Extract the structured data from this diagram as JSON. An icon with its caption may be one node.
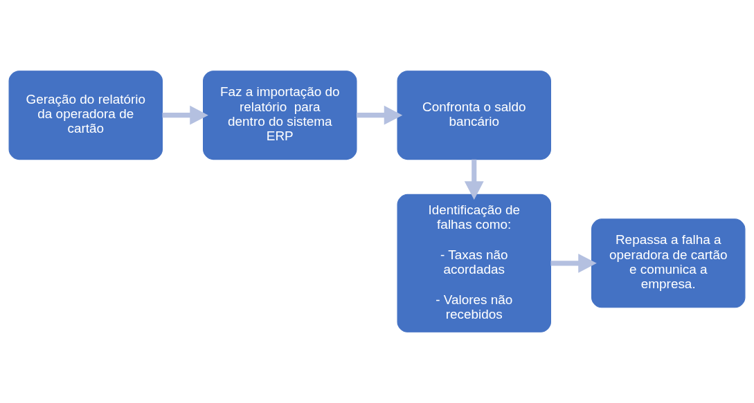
{
  "diagram": {
    "nodes": [
      {
        "text": [
          "Geração do relatório da operadora de cartão"
        ]
      },
      {
        "text": [
          "Faz a importação do relatório  para dentro do sistema ERP"
        ]
      },
      {
        "text": [
          "Confronta o saldo bancário"
        ]
      },
      {
        "text": [
          "Identificação de falhas como:",
          "- Taxas não acordadas",
          "- Valores não recebidos"
        ]
      },
      {
        "text": [
          "Repassa a falha a operadora de cartão e comunica a empresa."
        ]
      }
    ],
    "edges": [
      {
        "from": 0,
        "to": 1,
        "arrow": "to"
      },
      {
        "from": 1,
        "to": 2,
        "arrow": "to"
      },
      {
        "from": 2,
        "to": 3,
        "arrow": "to"
      },
      {
        "from": 3,
        "to": 4,
        "arrow": "to"
      }
    ]
  }
}
